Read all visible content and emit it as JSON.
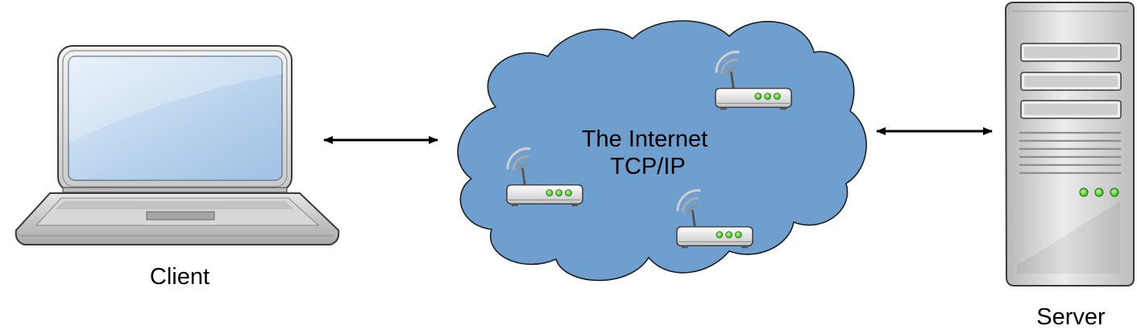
{
  "nodes": {
    "client": {
      "label": "Client"
    },
    "internet": {
      "line1": "The Internet",
      "line2": "TCP/IP"
    },
    "server": {
      "label": "Server"
    }
  },
  "connections": [
    {
      "from": "client",
      "to": "internet",
      "direction": "bidirectional"
    },
    {
      "from": "internet",
      "to": "server",
      "direction": "bidirectional"
    }
  ],
  "icons": [
    "laptop-icon",
    "cloud-icon",
    "router-icon",
    "server-tower-icon",
    "double-arrow-icon"
  ],
  "colors": {
    "cloud_fill": "#6f9fcf",
    "cloud_stroke": "#1f1f1f",
    "router_led": "#4cd12a",
    "laptop_screen": "#b9d2ec"
  }
}
